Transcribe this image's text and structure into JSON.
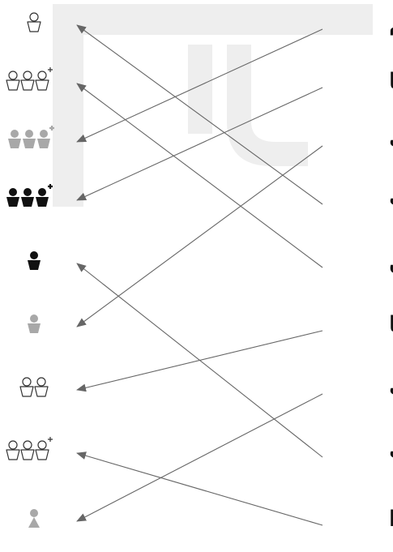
{
  "words": [
    {
      "id": "w1",
      "text": "لَسْتُمْ"
    },
    {
      "id": "w2",
      "text": "لَسْنَا"
    },
    {
      "id": "w3",
      "text": "لَسْتَ"
    },
    {
      "id": "w4",
      "text": "لَيْسَت"
    },
    {
      "id": "w5",
      "text": "لَسْنَ"
    },
    {
      "id": "w6",
      "text": "لَيْسَا"
    },
    {
      "id": "w7",
      "text": "لَسْتِ"
    },
    {
      "id": "w8",
      "text": "لَسْتُ"
    },
    {
      "id": "w9",
      "text": "لَيْسُوا"
    }
  ],
  "icons": [
    {
      "id": "i1",
      "label": "person-outline-icon",
      "count": 1,
      "style": "outline",
      "plus": false
    },
    {
      "id": "i2",
      "label": "group-outline-plus-icon",
      "count": 3,
      "style": "outline",
      "plus": true
    },
    {
      "id": "i3",
      "label": "group-gray-plus-icon",
      "count": 3,
      "style": "gray",
      "plus": true
    },
    {
      "id": "i4",
      "label": "group-black-plus-icon",
      "count": 3,
      "style": "black",
      "plus": true
    },
    {
      "id": "i5",
      "label": "person-black-icon",
      "count": 1,
      "style": "black",
      "plus": false
    },
    {
      "id": "i6",
      "label": "person-gray-icon",
      "count": 1,
      "style": "gray",
      "plus": false
    },
    {
      "id": "i7",
      "label": "pair-outline-icon",
      "count": 2,
      "style": "outline",
      "plus": false
    },
    {
      "id": "i8",
      "label": "group-outline-plus-icon",
      "count": 3,
      "style": "outline",
      "plus": true
    },
    {
      "id": "i9",
      "label": "person-gray-triangle-icon",
      "count": 1,
      "style": "gray-triangle",
      "plus": false
    }
  ],
  "links": [
    {
      "from": "w1",
      "to": "i3"
    },
    {
      "from": "w2",
      "to": "i4"
    },
    {
      "from": "w3",
      "to": "i6"
    },
    {
      "from": "w4",
      "to": "i1"
    },
    {
      "from": "w5",
      "to": "i2"
    },
    {
      "from": "w6",
      "to": "i7"
    },
    {
      "from": "w7",
      "to": "i9"
    },
    {
      "from": "w8",
      "to": "i5"
    },
    {
      "from": "w9",
      "to": "i8"
    }
  ],
  "colors": {
    "ink": "#111111",
    "gray": "#a8a8a8",
    "outline": "#333333",
    "line": "#666666",
    "watermark": "#eeeeee"
  }
}
